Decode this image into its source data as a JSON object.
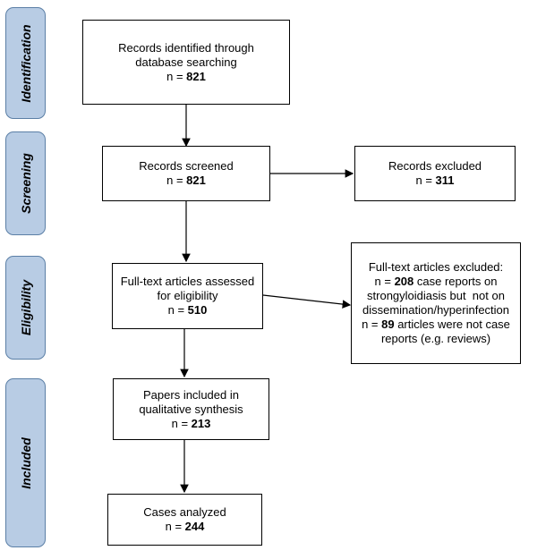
{
  "phases": [
    "Identification",
    "Screening",
    "Eligibility",
    "Included"
  ],
  "identified": {
    "line1": "Records identified through",
    "line2": "database searching",
    "n_prefix": "n = ",
    "n": "821"
  },
  "screened": {
    "line1": "Records screened",
    "n_prefix": "n = ",
    "n": "821"
  },
  "excluded": {
    "line1": "Records excluded",
    "n_prefix": "n = ",
    "n": "311"
  },
  "assessed": {
    "line1": "Full-text articles assessed",
    "line2": "for eligibility",
    "n_prefix": "n = ",
    "n": "510"
  },
  "fulltext_excluded": {
    "title": "Full-text articles excluded:",
    "r1_prefix": "n = ",
    "r1_n": "208",
    "r1_suffix": " case reports on",
    "r2": "strongyloidiasis but  not on",
    "r3": "dissemination/hyperinfection",
    "r4_prefix": "n = ",
    "r4_n": "89",
    "r4_suffix": " articles were not case",
    "r5": "reports (e.g. reviews)"
  },
  "included": {
    "line1": "Papers included in",
    "line2": "qualitative synthesis",
    "n_prefix": "n = ",
    "n": "213"
  },
  "analyzed": {
    "line1": "Cases analyzed",
    "n_prefix": "n = ",
    "n": "244"
  }
}
